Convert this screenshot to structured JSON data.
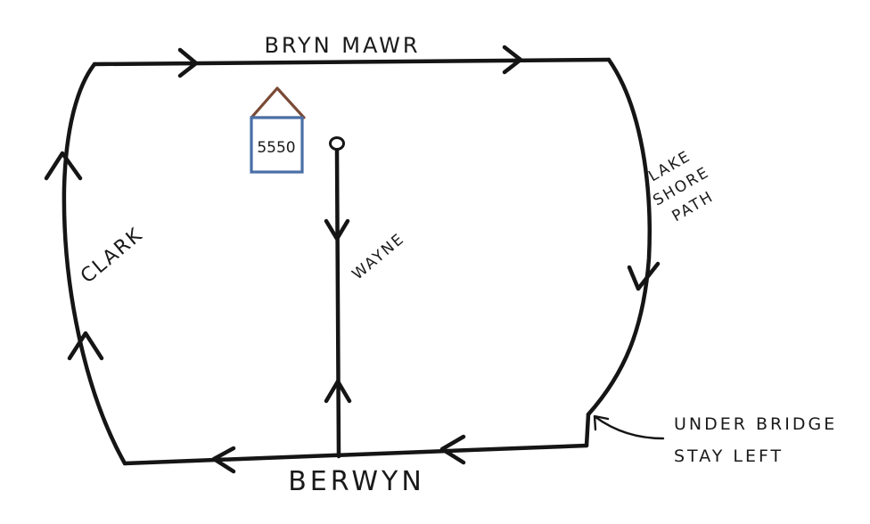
{
  "streets": {
    "north": "BRYN MAWR",
    "south": "BERWYN",
    "west": "CLARK",
    "middle": "WAYNE"
  },
  "path_label": {
    "line1": "LAKE",
    "line2": "SHORE",
    "line3": "PATH"
  },
  "house": {
    "number": "5550",
    "roof_color": "#7a4a35",
    "wall_color": "#4a6fa8"
  },
  "note": {
    "line1": "UNDER BRIDGE",
    "line2": "STAY LEFT"
  },
  "colors": {
    "ink": "#151515",
    "background": "#ffffff"
  }
}
